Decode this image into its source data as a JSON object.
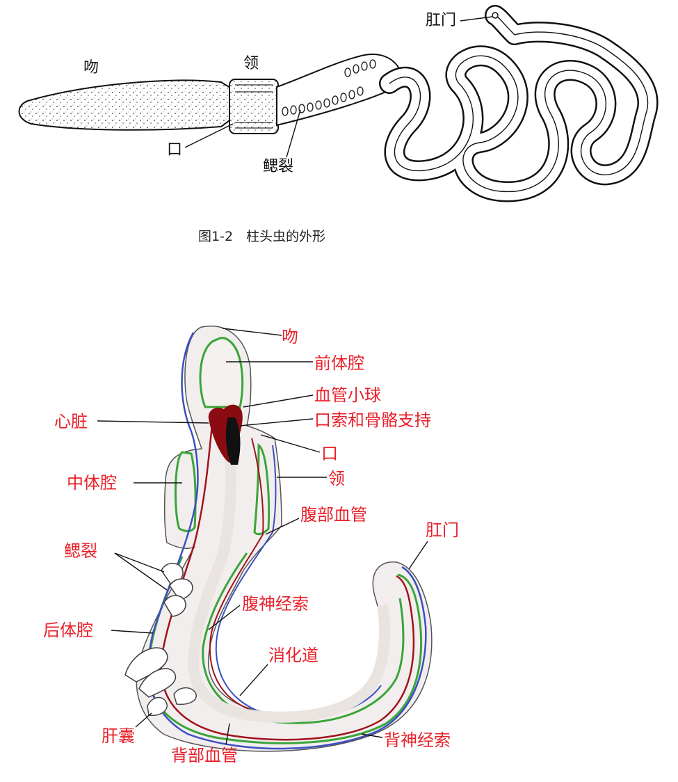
{
  "figure1": {
    "labels": {
      "proboscis": "吻",
      "collar": "领",
      "anus": "肛门",
      "mouth": "口",
      "gill_slits": "鳃裂"
    },
    "caption": "图1-2　柱头虫的外形"
  },
  "figure2": {
    "labels": {
      "proboscis": "吻",
      "protocoel": "前体腔",
      "glomerulus": "血管小球",
      "heart": "心脏",
      "stomochord": "口索和骨骼支持",
      "mouth": "口",
      "mesocoel": "中体腔",
      "collar": "领",
      "ventral_vessel": "腹部血管",
      "anus": "肛门",
      "gill_slits": "鳃裂",
      "ventral_nerve": "腹神经索",
      "metacoel": "后体腔",
      "gut": "消化道",
      "hepatic_caeca": "肝囊",
      "dorsal_nerve": "背神经索",
      "dorsal_vessel": "背部血管"
    },
    "colors": {
      "label": "#e8202a",
      "coelom_green": "#3aa53a",
      "vessel_red": "#a0131c",
      "nerve_blue": "#3b4fc2",
      "heart_fill": "#8a0c12"
    }
  }
}
